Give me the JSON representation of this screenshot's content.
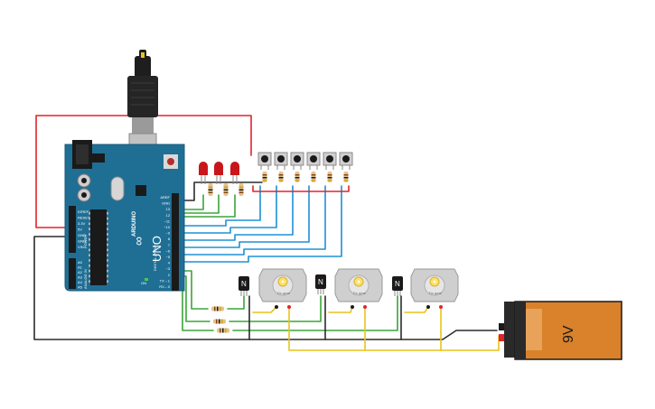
{
  "colors": {
    "board": "#1f6f95",
    "board_edge": "#175a7a",
    "wire_red": "#e0242b",
    "wire_black": "#2b2b2b",
    "wire_green": "#3aa53a",
    "wire_blue": "#1e90d6",
    "wire_yellow": "#e8c41a",
    "battery_body": "#d9822b",
    "battery_cap": "#2a2a2a",
    "motor_body": "#c9c9c9",
    "motor_gear": "#ffe066",
    "led_red": "#c8161b"
  },
  "arduino": {
    "brand": "ARDUINO",
    "model": "UNO",
    "icon": "infinity-logo",
    "power_pins": [
      "IOREF",
      "RESET",
      "3.3V",
      "5V",
      "GND",
      "GND",
      "VIN"
    ],
    "power_header": "POWER",
    "analog_pins": [
      "A0",
      "A1",
      "A2",
      "A3",
      "A4",
      "A5"
    ],
    "analog_header": "ANALOG IN",
    "digital_pins": [
      "AREF",
      "GND",
      "13",
      "12",
      "~11",
      "~10",
      "~9",
      "8",
      "7",
      "~6",
      "~5",
      "4",
      "~3",
      "2",
      "TX→1",
      "RX←0"
    ],
    "digital_header": "DIGITAL (PWM~)",
    "on_label": "ON",
    "led_labels": [
      "L",
      "TX",
      "RX"
    ]
  },
  "components": {
    "leds": [
      {
        "icon": "led-red-icon"
      },
      {
        "icon": "led-red-icon"
      },
      {
        "icon": "led-red-icon"
      }
    ],
    "buttons": [
      {
        "icon": "pushbutton-icon"
      },
      {
        "icon": "pushbutton-icon"
      },
      {
        "icon": "pushbutton-icon"
      },
      {
        "icon": "pushbutton-icon"
      },
      {
        "icon": "pushbutton-icon"
      },
      {
        "icon": "pushbutton-icon"
      }
    ],
    "transistors": [
      {
        "icon": "npn-transistor-icon"
      },
      {
        "icon": "npn-transistor-icon"
      },
      {
        "icon": "npn-transistor-icon"
      }
    ],
    "motors": [
      {
        "icon": "dc-motor-icon",
        "label": "Dc.gear"
      },
      {
        "icon": "dc-motor-icon",
        "label": "Dc.gear"
      },
      {
        "icon": "dc-motor-icon",
        "label": "Dc.gear"
      }
    ],
    "battery": {
      "label": "9V",
      "icon": "battery-9v-icon"
    }
  }
}
